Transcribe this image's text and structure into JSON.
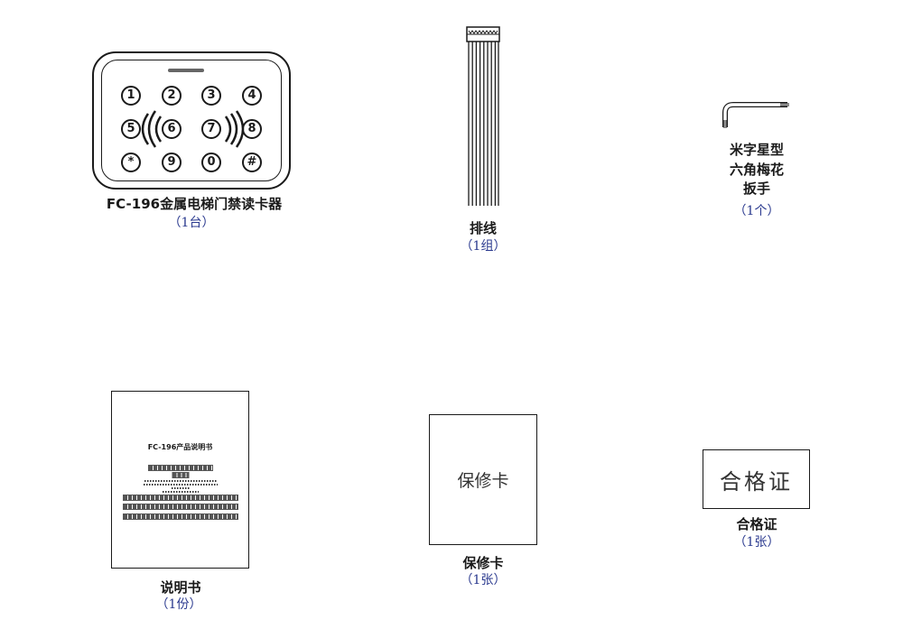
{
  "items": [
    {
      "name": "FC-196金属电梯门禁读卡器",
      "qty": "（1台）",
      "keys": [
        "1",
        "2",
        "3",
        "4",
        "5",
        "6",
        "7",
        "8",
        "*",
        "9",
        "0",
        "#"
      ]
    },
    {
      "name": "排线",
      "qty": "（1组）"
    },
    {
      "name_lines": [
        "米字星型",
        "六角梅花",
        "扳手"
      ],
      "qty": "（1个）"
    },
    {
      "name": "说明书",
      "qty": "（1份）",
      "doc_title": "FC-196产品说明书"
    },
    {
      "name": "保修卡",
      "qty": "（1张）",
      "card_text": "保修卡"
    },
    {
      "name": "合格证",
      "qty": "（1张）",
      "card_text": "合格证"
    }
  ],
  "colors": {
    "quantity_text": "#2b3a8f",
    "line": "#1a1a1a"
  }
}
